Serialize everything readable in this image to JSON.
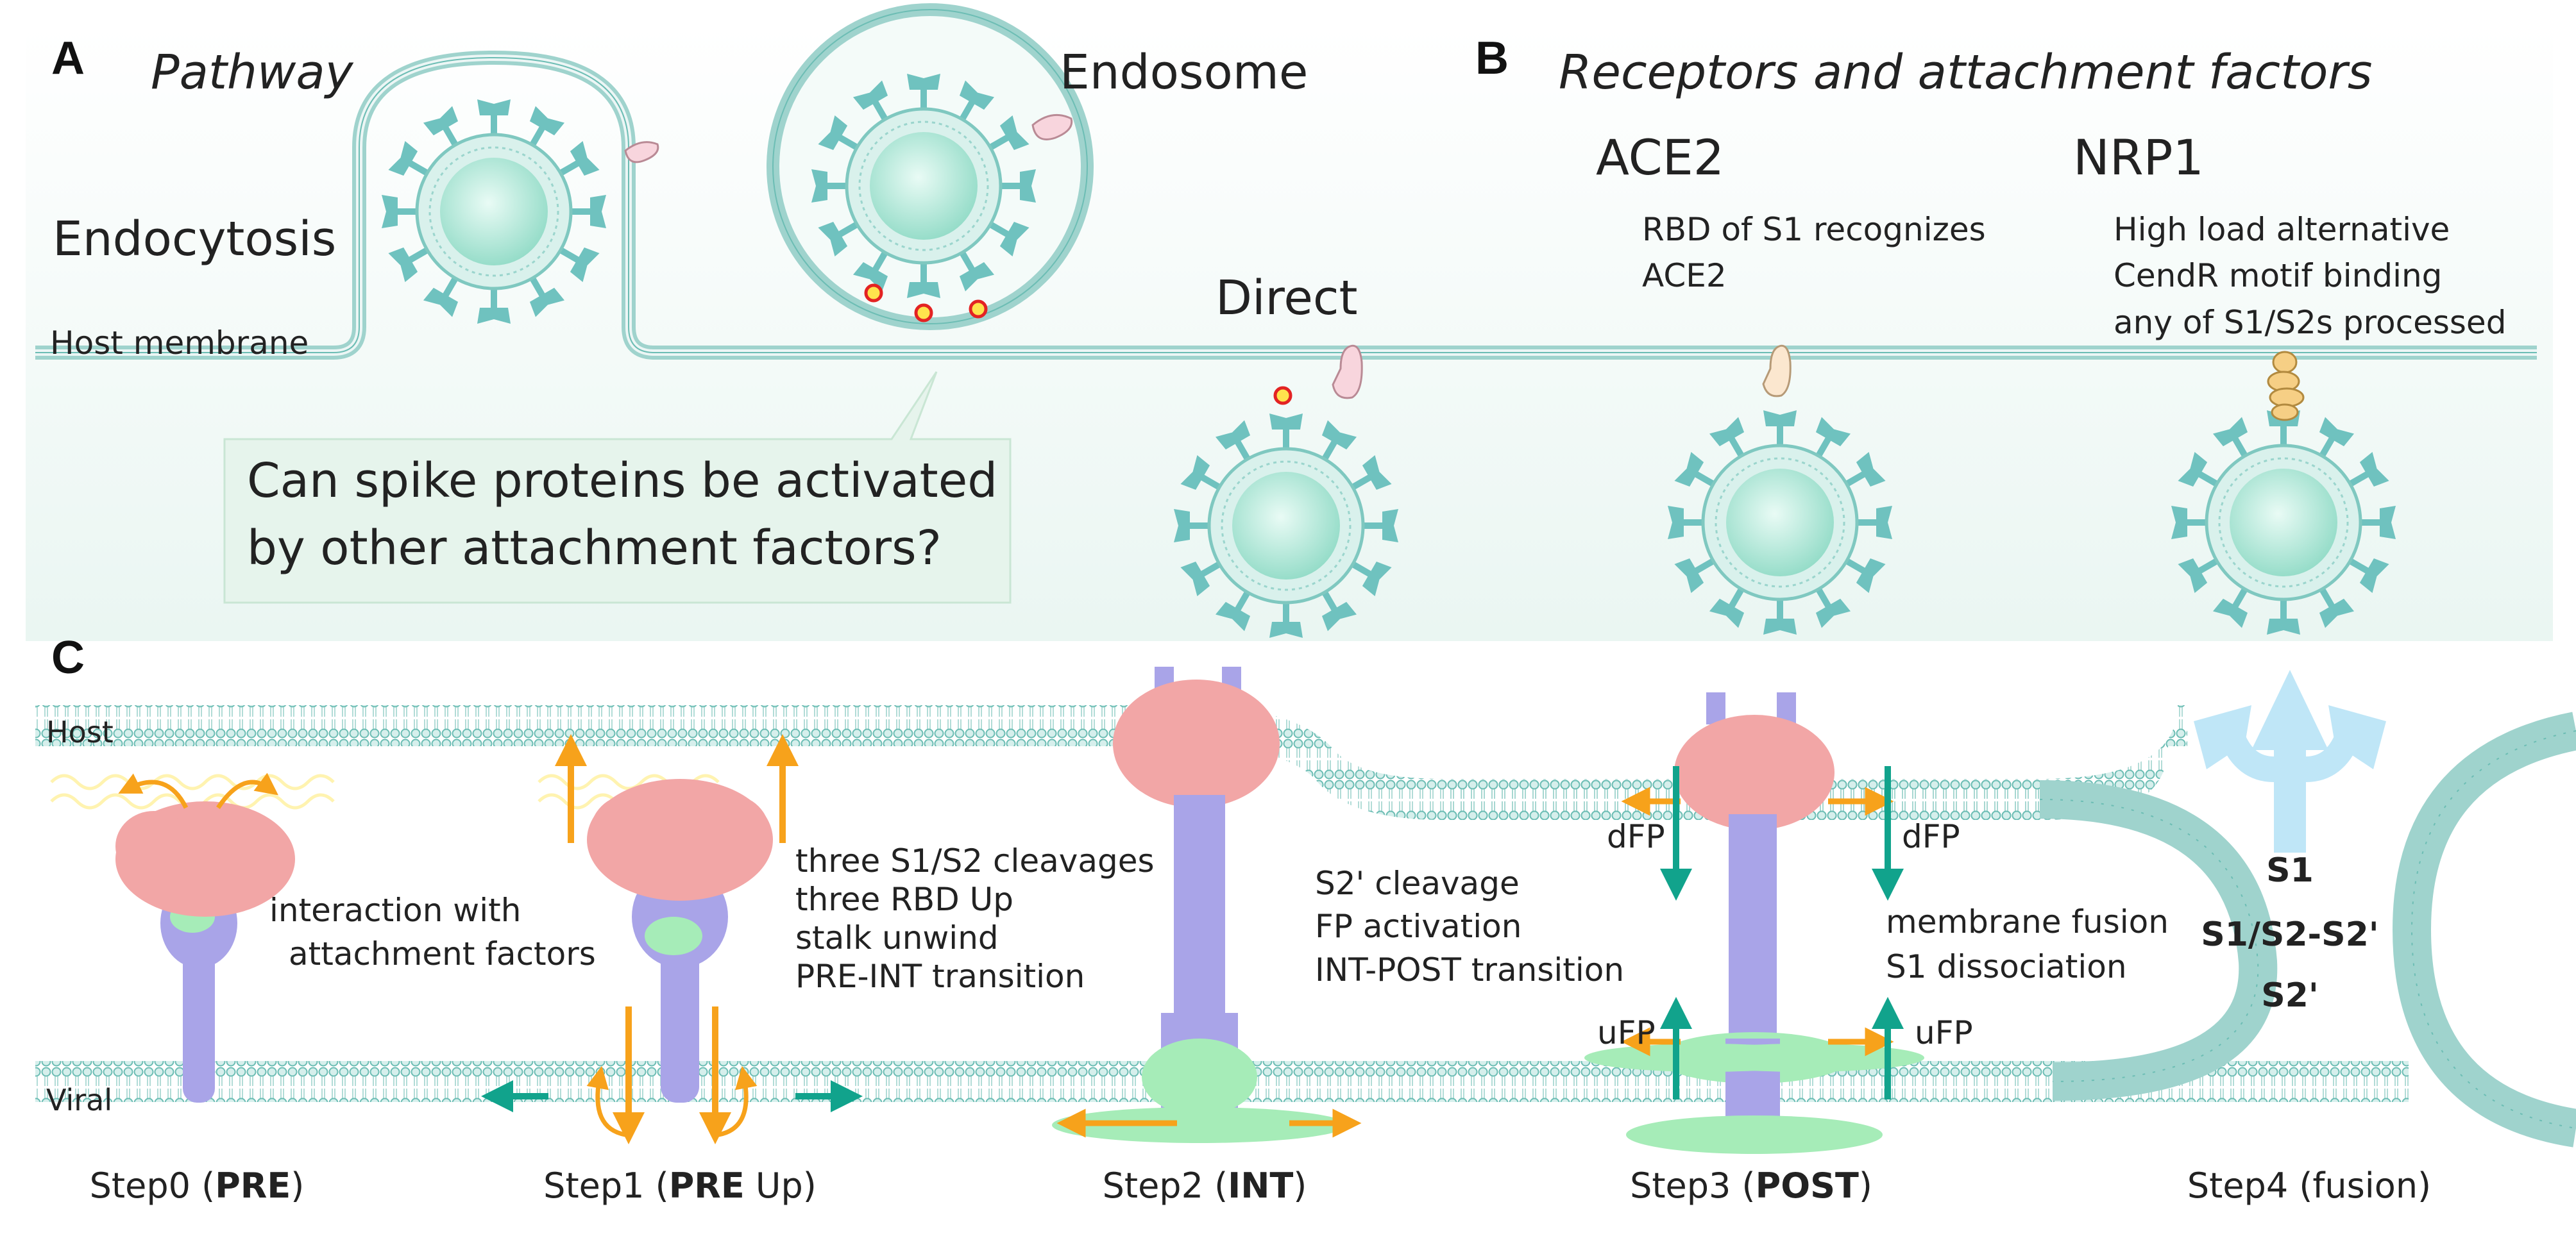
{
  "colors": {
    "membrane": "#bfe3de",
    "membrane_line": "#7fc8c0",
    "virus_core": "#a8e6d6",
    "spike": "#6fc2bf",
    "spike_head": "#f2a6a6",
    "spike_stalk": "#a9a4e8",
    "fusion_peptide": "#a6ecb8",
    "arrow_orange": "#f7a21b",
    "arrow_teal": "#11a38c",
    "arrow_blue": "#bfe6f7",
    "callout_fill": "#e6f4ec",
    "receptor_ace2": "#fbe7cf",
    "receptor_nrp1": "#f6cf85",
    "attachment": "#f8d5dd"
  },
  "panels": {
    "a": {
      "label": "A",
      "title": "Pathway",
      "endocytosis": "Endocytosis",
      "endosome": "Endosome",
      "direct": "Direct",
      "host_membrane": "Host membrane",
      "callout_line1": "Can spike proteins be activated",
      "callout_line2": "by other attachment factors?"
    },
    "b": {
      "label": "B",
      "title": "Receptors and attachment factors",
      "ace2_title": "ACE2",
      "ace2_line1": "RBD of S1 recognizes",
      "ace2_line2": "ACE2",
      "nrp1_title": "NRP1",
      "nrp1_line1": "High load alternative",
      "nrp1_line2": "CendR motif binding",
      "nrp1_line3": "any of S1/S2s processed"
    },
    "c": {
      "label": "C",
      "host": "Host",
      "viral": "Viral",
      "step0_note1": "interaction with",
      "step0_note2": "attachment factors",
      "step1_note1": "three S1/S2 cleavages",
      "step1_note2": "three RBD Up",
      "step1_note3": "stalk unwind",
      "step1_note4": "PRE-INT transition",
      "step2_note1": "S2' cleavage",
      "step2_note2": "FP activation",
      "step2_note3": "INT-POST transition",
      "step3_note1": "membrane fusion",
      "step3_note2": "S1 dissociation",
      "dfp_left": "dFP",
      "dfp_right": "dFP",
      "ufp_left": "uFP",
      "ufp_right": "uFP",
      "products": [
        "S1",
        "S1/S2-S2'",
        "S2'"
      ],
      "steps": [
        {
          "prefix": "Step0 (",
          "bold": "PRE",
          "suffix": ")"
        },
        {
          "prefix": "Step1 (",
          "bold": "PRE",
          "suffix": " Up)"
        },
        {
          "prefix": "Step2 (",
          "bold": "INT",
          "suffix": ")"
        },
        {
          "prefix": "Step3 (",
          "bold": "POST",
          "suffix": ")"
        },
        {
          "prefix": "Step4 (fusion)",
          "bold": "",
          "suffix": ""
        }
      ]
    }
  }
}
